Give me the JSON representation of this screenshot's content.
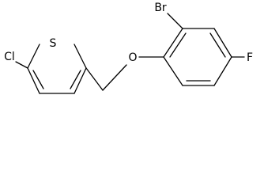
{
  "structure": {
    "atoms": {
      "bromine": "Br",
      "oxygen": "O",
      "fluorine": "F",
      "sulfur": "S",
      "chlorine": "Cl"
    }
  }
}
